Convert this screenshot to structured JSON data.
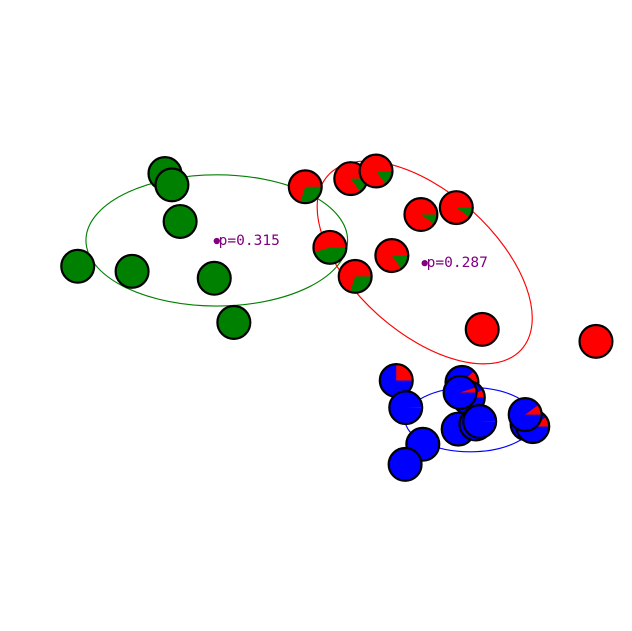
{
  "chart_data": {
    "type": "scatter",
    "title": "",
    "xlim": [
      0,
      100
    ],
    "ylim": [
      0,
      100
    ],
    "grid": false,
    "colors": {
      "green": "#008000",
      "red": "#ff0000",
      "blue": "#0000ff",
      "label": "#800080"
    },
    "clusters": [
      {
        "name": "green",
        "color": "#008000",
        "label": "p=0.315",
        "ellipse": {
          "cx": 34.3,
          "cy": 38.1,
          "rx": 20.7,
          "ry": 10.4,
          "angle": 0
        },
        "slice_color": "#ff0000",
        "slice_dir": -1,
        "nodes": [
          [
            26.1,
            27.5,
            0
          ],
          [
            27.2,
            29.3,
            0
          ],
          [
            28.5,
            35.1,
            0
          ],
          [
            12.3,
            42.2,
            0
          ],
          [
            20.9,
            43.0,
            0
          ],
          [
            33.9,
            44.1,
            0
          ],
          [
            37.0,
            51.1,
            0
          ]
        ]
      },
      {
        "name": "red",
        "color": "#ff0000",
        "label": "p=0.287",
        "ellipse": {
          "cx": 67.2,
          "cy": 41.6,
          "rx": 20.6,
          "ry": 11.1,
          "angle": 42
        },
        "slice_color": "#008000",
        "slice_dir": 1,
        "nodes": [
          [
            48.3,
            29.6,
            0.3
          ],
          [
            55.5,
            28.3,
            0.15
          ],
          [
            59.5,
            27.1,
            0.15
          ],
          [
            66.6,
            34.0,
            0.1
          ],
          [
            72.2,
            32.9,
            0.1
          ],
          [
            52.2,
            39.2,
            0.45
          ],
          [
            56.2,
            43.8,
            0.3
          ],
          [
            62.0,
            40.5,
            0.15
          ],
          [
            76.3,
            52.2,
            0
          ],
          [
            94.3,
            54.1,
            0
          ]
        ]
      },
      {
        "name": "blue",
        "color": "#0000ff",
        "label": "",
        "ellipse": {
          "cx": 74.4,
          "cy": 66.5,
          "rx": 10.3,
          "ry": 5.1,
          "angle": 0
        },
        "slice_color": "#ff0000",
        "slice_dir": -1,
        "nodes": [
          [
            62.7,
            60.3,
            0.25
          ],
          [
            64.2,
            64.6,
            0.005
          ],
          [
            73.1,
            60.6,
            0.12
          ],
          [
            74.1,
            63.0,
            0.08
          ],
          [
            72.8,
            62.2,
            0.05
          ],
          [
            72.5,
            68.0,
            0
          ],
          [
            75.3,
            67.2,
            0.04
          ],
          [
            75.9,
            66.8,
            0.005
          ],
          [
            66.9,
            70.4,
            0
          ],
          [
            64.1,
            73.6,
            0
          ],
          [
            83.4,
            67.2,
            0.12
          ],
          [
            84.3,
            67.6,
            0.1
          ],
          [
            83.1,
            65.7,
            0.1
          ]
        ]
      }
    ]
  }
}
